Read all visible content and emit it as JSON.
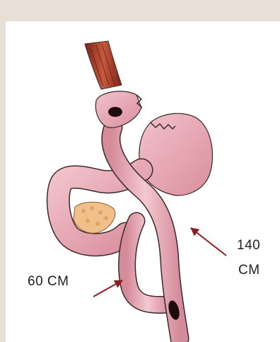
{
  "labels": {
    "limb_140_line1": "140",
    "limb_140_line2": "CM",
    "limb_60": "60 CM"
  },
  "colors": {
    "background": "#e8e0d6",
    "panel": "#ffffff",
    "bowel": "#eab1bb",
    "bowel_shade": "#c97f8e",
    "esophagus": "#a63a2a",
    "pancreas": "#f1c08a",
    "arrow": "#8a1f1f",
    "outline": "#3a2a2a"
  }
}
